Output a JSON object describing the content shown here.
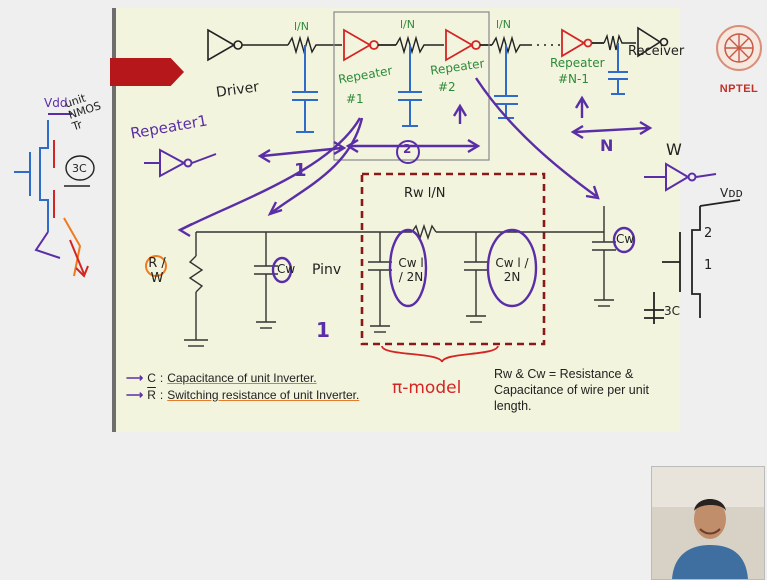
{
  "legend": {
    "c_symbol": "C",
    "c_text": "Capacitance of unit Inverter.",
    "r_symbol": "R",
    "r_text": "Switching resistance of unit Inverter."
  },
  "note": "Rᴡ & Cᴡ = Resistance & Capacitance of wire per unit length.",
  "logo": {
    "label": "NPTEL"
  },
  "annotations": {
    "driver": "Driver",
    "receiver": "Receiver",
    "repeater1": "Repeater",
    "repeater1_num": "#1",
    "repeater2": "Repeater",
    "repeater2_num": "#2",
    "repeaterN": "Repeater",
    "repeaterN_num": "#N-1",
    "repeater_label_left": "Repeater1",
    "wire_seg": "l/N",
    "count_one": "1",
    "count_two": "2",
    "count_N": "N",
    "rw_label": "Rw l/N",
    "cw_left": "Cw l / 2N",
    "cw_right": "Cw l / 2N",
    "cw_load": "Cw",
    "cw_inv": "Cw",
    "pinv": "Pinv",
    "r_over_w": "R / W",
    "pi_model": "π-model",
    "unit_nmos": "unit NMOS Tr",
    "vdd": "Vdd",
    "vdd_right": "Vᴅᴅ",
    "w_label": "W",
    "three_c": "3C",
    "one": "1",
    "two": "2"
  },
  "colors": {
    "slide_bg": "#f3f4dd",
    "purple": "#5a2ea6",
    "red": "#d42525",
    "blue": "#2f6cc9",
    "green": "#2d8a3a",
    "orange": "#f07a1e",
    "dark": "#222222"
  }
}
